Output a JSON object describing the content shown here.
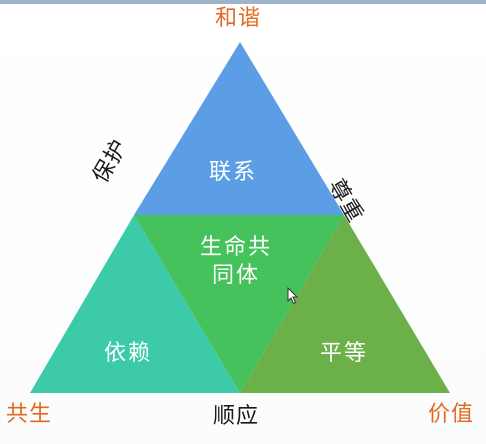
{
  "diagram": {
    "top_outer_label": "和谐",
    "left_edge_label": "保护",
    "right_edge_label": "尊重",
    "bottom_left_label": "共生",
    "bottom_center_label": "顺应",
    "bottom_right_label": "价值",
    "triangles": {
      "top": {
        "label": "联系",
        "color": "#5b9ee6"
      },
      "center": {
        "line1": "生命共",
        "line2": "同体",
        "color": "#45c25c"
      },
      "bottom_left": {
        "label": "依赖",
        "color": "#3ccaa9"
      },
      "bottom_right": {
        "label": "平等",
        "color": "#6cb04a"
      }
    }
  }
}
